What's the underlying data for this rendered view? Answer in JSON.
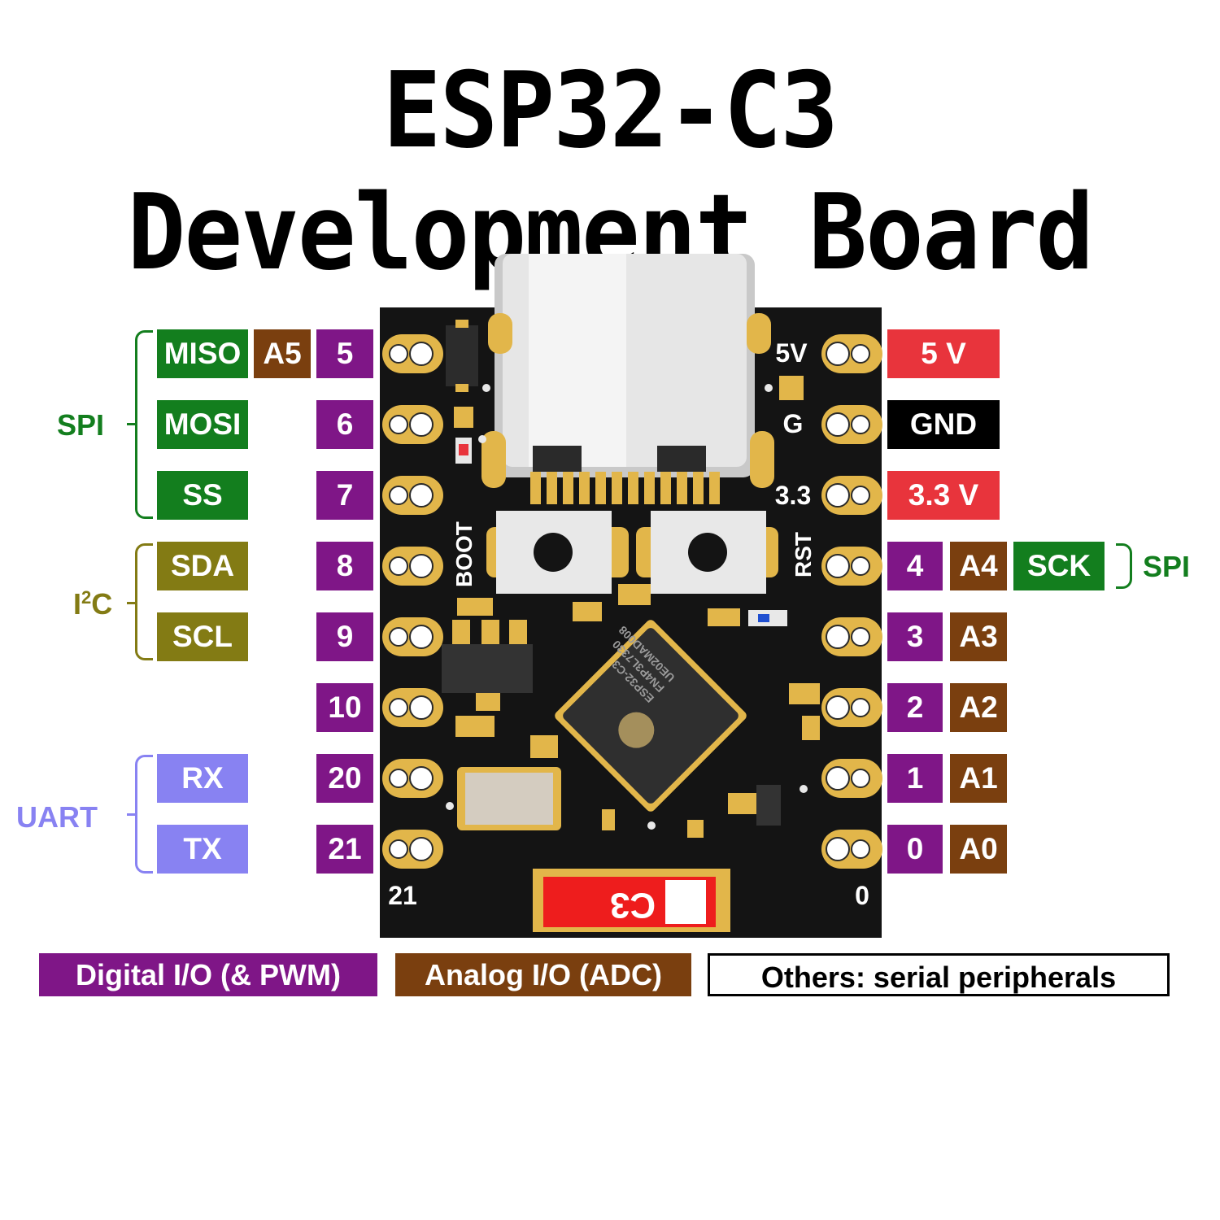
{
  "title": "ESP32-C3 Development Board",
  "colors": {
    "digital": "#7f1687",
    "analog": "#7a3f0f",
    "spi": "#137e1e",
    "i2c": "#837b14",
    "uart": "#8882f2",
    "power": "#e8343c",
    "ground": "#000000",
    "pcb": "#141414",
    "pad": "#e2b64a"
  },
  "left_pins": [
    {
      "gpio": "5",
      "analog": "A5",
      "function": "MISO",
      "function_group": "spi"
    },
    {
      "gpio": "6",
      "analog": "",
      "function": "MOSI",
      "function_group": "spi"
    },
    {
      "gpio": "7",
      "analog": "",
      "function": "SS",
      "function_group": "spi"
    },
    {
      "gpio": "8",
      "analog": "",
      "function": "SDA",
      "function_group": "i2c"
    },
    {
      "gpio": "9",
      "analog": "",
      "function": "SCL",
      "function_group": "i2c"
    },
    {
      "gpio": "10",
      "analog": "",
      "function": "",
      "function_group": ""
    },
    {
      "gpio": "20",
      "analog": "",
      "function": "RX",
      "function_group": "uart"
    },
    {
      "gpio": "21",
      "analog": "",
      "function": "TX",
      "function_group": "uart"
    }
  ],
  "right_pins": [
    {
      "label": "5 V",
      "kind": "power",
      "silk": "5V"
    },
    {
      "label": "GND",
      "kind": "ground",
      "silk": "G"
    },
    {
      "label": "3.3 V",
      "kind": "power",
      "silk": "3.3"
    },
    {
      "gpio": "4",
      "analog": "A4",
      "function": "SCK",
      "kind": "gpio"
    },
    {
      "gpio": "3",
      "analog": "A3",
      "kind": "gpio"
    },
    {
      "gpio": "2",
      "analog": "A2",
      "kind": "gpio"
    },
    {
      "gpio": "1",
      "analog": "A1",
      "kind": "gpio"
    },
    {
      "gpio": "0",
      "analog": "A0",
      "kind": "gpio"
    }
  ],
  "groups": {
    "spi_left": "SPI",
    "i2c_base": "I",
    "i2c_sup": "2",
    "i2c_tail": "C",
    "uart": "UART",
    "spi_right": "SPI"
  },
  "board": {
    "silk_boot": "BOOT",
    "silk_rst": "RST",
    "silk_bottom_left": "21",
    "silk_bottom_right": "0",
    "module_label": "C3",
    "chip_lines": [
      "ESP32-C3",
      "FN4P3L7330",
      "UE02MAD008"
    ],
    "chip_logo": "espressif-logo-icon"
  },
  "legend": {
    "digital": "Digital I/O (& PWM)",
    "analog": "Analog I/O (ADC)",
    "others": "Others: serial peripherals"
  }
}
